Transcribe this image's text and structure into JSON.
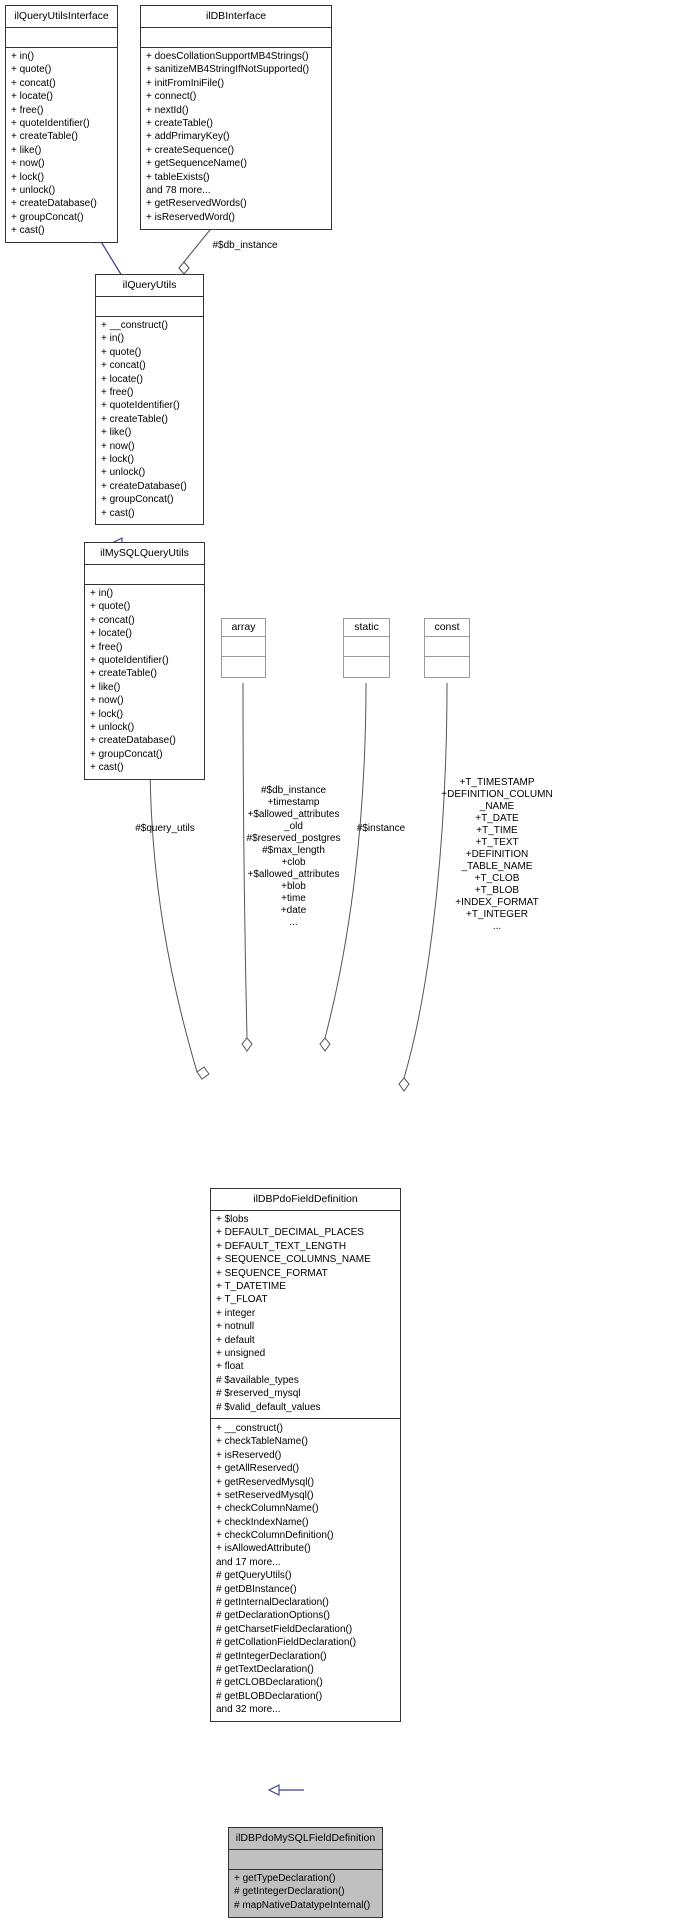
{
  "diagram": {
    "kind": "uml-class-collaboration-diagram",
    "stroke_color": "#333333",
    "inheritance_color": "#3b3b8f",
    "highlight_fill": "#c0c0c0",
    "background": "#ffffff"
  },
  "classes": {
    "ilQueryUtilsInterface": {
      "name": "ilQueryUtilsInterface",
      "attributes": [],
      "operations": [
        "+ in()",
        "+ quote()",
        "+ concat()",
        "+ locate()",
        "+ free()",
        "+ quoteIdentifier()",
        "+ createTable()",
        "+ like()",
        "+ now()",
        "+ lock()",
        "+ unlock()",
        "+ createDatabase()",
        "+ groupConcat()",
        "+ cast()"
      ]
    },
    "ilDBInterface": {
      "name": "ilDBInterface",
      "attributes": [],
      "operations": [
        "+ doesCollationSupportMB4Strings()",
        "+ sanitizeMB4StringIfNotSupported()",
        "+ initFromIniFile()",
        "+ connect()",
        "+ nextId()",
        "+ createTable()",
        "+ addPrimaryKey()",
        "+ createSequence()",
        "+ getSequenceName()",
        "+ tableExists()",
        "and 78 more...",
        "+ getReservedWords()",
        "+ isReservedWord()"
      ]
    },
    "ilQueryUtils": {
      "name": "ilQueryUtils",
      "attributes": [],
      "operations": [
        "+ __construct()",
        "+ in()",
        "+ quote()",
        "+ concat()",
        "+ locate()",
        "+ free()",
        "+ quoteIdentifier()",
        "+ createTable()",
        "+ like()",
        "+ now()",
        "+ lock()",
        "+ unlock()",
        "+ createDatabase()",
        "+ groupConcat()",
        "+ cast()"
      ]
    },
    "ilMySQLQueryUtils": {
      "name": "ilMySQLQueryUtils",
      "attributes": [],
      "operations": [
        "+ in()",
        "+ quote()",
        "+ concat()",
        "+ locate()",
        "+ free()",
        "+ quoteIdentifier()",
        "+ createTable()",
        "+ like()",
        "+ now()",
        "+ lock()",
        "+ unlock()",
        "+ createDatabase()",
        "+ groupConcat()",
        "+ cast()"
      ]
    },
    "array": {
      "name": "array",
      "attributes": [],
      "operations": []
    },
    "static": {
      "name": "static",
      "attributes": [],
      "operations": []
    },
    "const": {
      "name": "const",
      "attributes": [],
      "operations": []
    },
    "ilDBPdoFieldDefinition": {
      "name": "ilDBPdoFieldDefinition",
      "attributes": [
        "+ $lobs",
        "+ DEFAULT_DECIMAL_PLACES",
        "+ DEFAULT_TEXT_LENGTH",
        "+ SEQUENCE_COLUMNS_NAME",
        "+ SEQUENCE_FORMAT",
        "+ T_DATETIME",
        "+ T_FLOAT",
        "+ integer",
        "+ notnull",
        "+ default",
        "+ unsigned",
        "+ float",
        "# $available_types",
        "# $reserved_mysql",
        "# $valid_default_values"
      ],
      "operations": [
        "+ __construct()",
        "+ checkTableName()",
        "+ isReserved()",
        "+ getAllReserved()",
        "+ getReservedMysql()",
        "+ setReservedMysql()",
        "+ checkColumnName()",
        "+ checkIndexName()",
        "+ checkColumnDefinition()",
        "+ isAllowedAttribute()",
        "and 17 more...",
        "# getQueryUtils()",
        "# getDBInstance()",
        "# getInternalDeclaration()",
        "# getDeclarationOptions()",
        "# getCharsetFieldDeclaration()",
        "# getCollationFieldDeclaration()",
        "# getIntegerDeclaration()",
        "# getTextDeclaration()",
        "# getCLOBDeclaration()",
        "# getBLOBDeclaration()",
        "and 32 more..."
      ]
    },
    "ilDBPdoMySQLFieldDefinition": {
      "name": "ilDBPdoMySQLFieldDefinition",
      "attributes": [],
      "operations": [
        "+ getTypeDeclaration()",
        "# getIntegerDeclaration()",
        "# mapNativeDatatypeInternal()"
      ]
    }
  },
  "edge_labels": {
    "db_instance_top": "#$db_instance",
    "query_utils": "#$query_utils",
    "array_members": "#$db_instance\n+timestamp\n+$allowed_attributes\n_old\n#$reserved_postgres\n#$max_length\n+clob\n+$allowed_attributes\n+blob\n+time\n+date\n...",
    "instance": "#$instance",
    "const_members": "+T_TIMESTAMP\n+DEFINITION_COLUMN\n_NAME\n+T_DATE\n+T_TIME\n+T_TEXT\n+DEFINITION\n_TABLE_NAME\n+T_CLOB\n+T_BLOB\n+INDEX_FORMAT\n+T_INTEGER\n..."
  }
}
